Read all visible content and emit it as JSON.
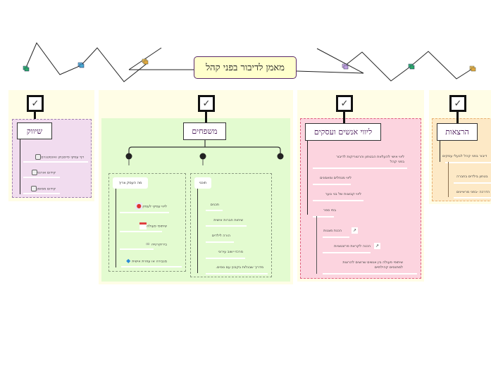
{
  "root": {
    "title": "מאמן לדיבור בפני קהל"
  },
  "colors": {
    "root_fill": "#ffffcc",
    "root_border": "#5a2a6a",
    "band": "#fffde6",
    "marketing": "#f1dcef",
    "families": "#e3fbd0",
    "people": "#fcd4df",
    "lectures": "#fde9c6"
  },
  "branches": [
    {
      "id": "marketing",
      "title": "שיווק",
      "checkbox": "✓",
      "items": [
        {
          "label": "דף עסקי פייסבוק ואינסטגרם",
          "checkbox": true
        },
        {
          "label": "קידום אורגני",
          "checkbox": true
        },
        {
          "label": "קידום ממומן",
          "checkbox": true
        }
      ]
    },
    {
      "id": "families",
      "title": "משפחים",
      "checkbox": "✓",
      "groups": [
        {
          "title": "מה העסק צריך",
          "items": [
            {
              "label": "ליווי עסקי לעסק",
              "icon": "mail-icon"
            },
            {
              "label": "שיתופי פעולה",
              "icon": "calendar-icon"
            },
            {
              "label": "בירוקרטיה",
              "icon": "link-icon"
            },
            {
              "label": "מגבירה או עוזרת אישית",
              "icon": "bird-icon"
            }
          ]
        },
        {
          "title": "תוכני",
          "items": [
            {
              "label": "תכנים"
            },
            {
              "label": "שיחות חברות אישית"
            },
            {
              "label": "הורה לילדים"
            },
            {
              "label": "מרכזי ישוב עירוני"
            },
            {
              "label": "מדריך שבגלות בקבוץ עם נוסים."
            }
          ]
        }
      ]
    },
    {
      "id": "people",
      "title": "ליווי אנשים ועסקים",
      "checkbox": "✓",
      "items": [
        {
          "label": "ליווי אישי להעלאת הבטחון והרטוריקות לדיבור",
          "label2": "בפני קהל"
        },
        {
          "label": "ליווי מנחלים ומאמנים"
        },
        {
          "label": "ליווי קבוצות של בני נוער"
        },
        {
          "label": "בתי ספר"
        }
      ],
      "sub_items": [
        {
          "label": "הכנת מצגות",
          "link": "↗"
        },
        {
          "label": "הכנה לקראת פרזנטציות",
          "link": "↗"
        },
        {
          "label": "שיתופי פעולה בין אנשים שרוצים להרצות",
          "label2": "למתנסים קהילתיים"
        }
      ]
    },
    {
      "id": "lectures",
      "title": "הרצאות",
      "checkbox": "✓",
      "items": [
        {
          "label": "דיבור בפני קהל לבעלי עסקים"
        }
      ],
      "sub_items": [
        {
          "label": "בטחון בילדים בחברה"
        },
        {
          "label": "הדרכה -בפני מראיינים"
        }
      ]
    }
  ]
}
